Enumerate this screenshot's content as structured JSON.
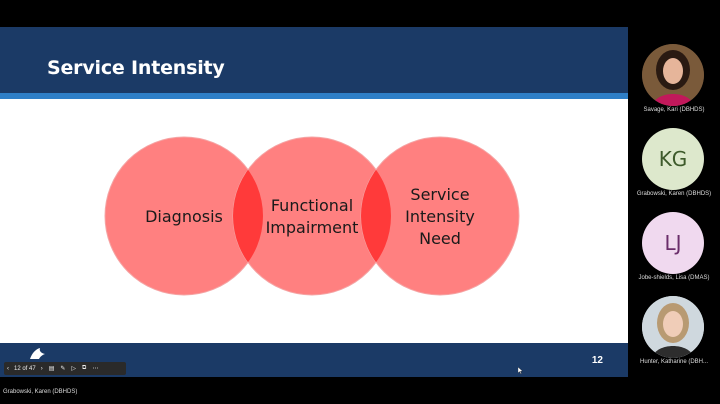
{
  "slide": {
    "title": "Service Intensity",
    "page_number": "12",
    "venn": {
      "labels": [
        {
          "lines": [
            "Diagnosis"
          ]
        },
        {
          "lines": [
            "Functional",
            "Impairment"
          ]
        },
        {
          "lines": [
            "Service",
            "Intensity",
            "Need"
          ]
        }
      ],
      "circle_color": "#ff8080",
      "overlap_color": "#ff3a3a",
      "outline_color": "#f4a5a5"
    },
    "colors": {
      "header": "#1b3a66",
      "accent_rule": "#2f7fc7"
    }
  },
  "viewer_toolbar": {
    "page_indicator": "12 of 47"
  },
  "presenter": {
    "name": "Grabowski, Karen (DBHDS)"
  },
  "participants": [
    {
      "name": "Savage, Kari (DBHDS)",
      "type": "photo"
    },
    {
      "name": "Grabowski, Karen (DBHDS)",
      "type": "initials",
      "initials": "KG",
      "bg": "#dde8cc",
      "fg": "#3d5a2a"
    },
    {
      "name": "Jobe-shields, Lisa (DMAS)",
      "type": "initials",
      "initials": "LJ",
      "bg": "#f0d9ef",
      "fg": "#6a2d6a"
    },
    {
      "name": "Hunter, Katharine (DBH...",
      "type": "photo"
    }
  ]
}
